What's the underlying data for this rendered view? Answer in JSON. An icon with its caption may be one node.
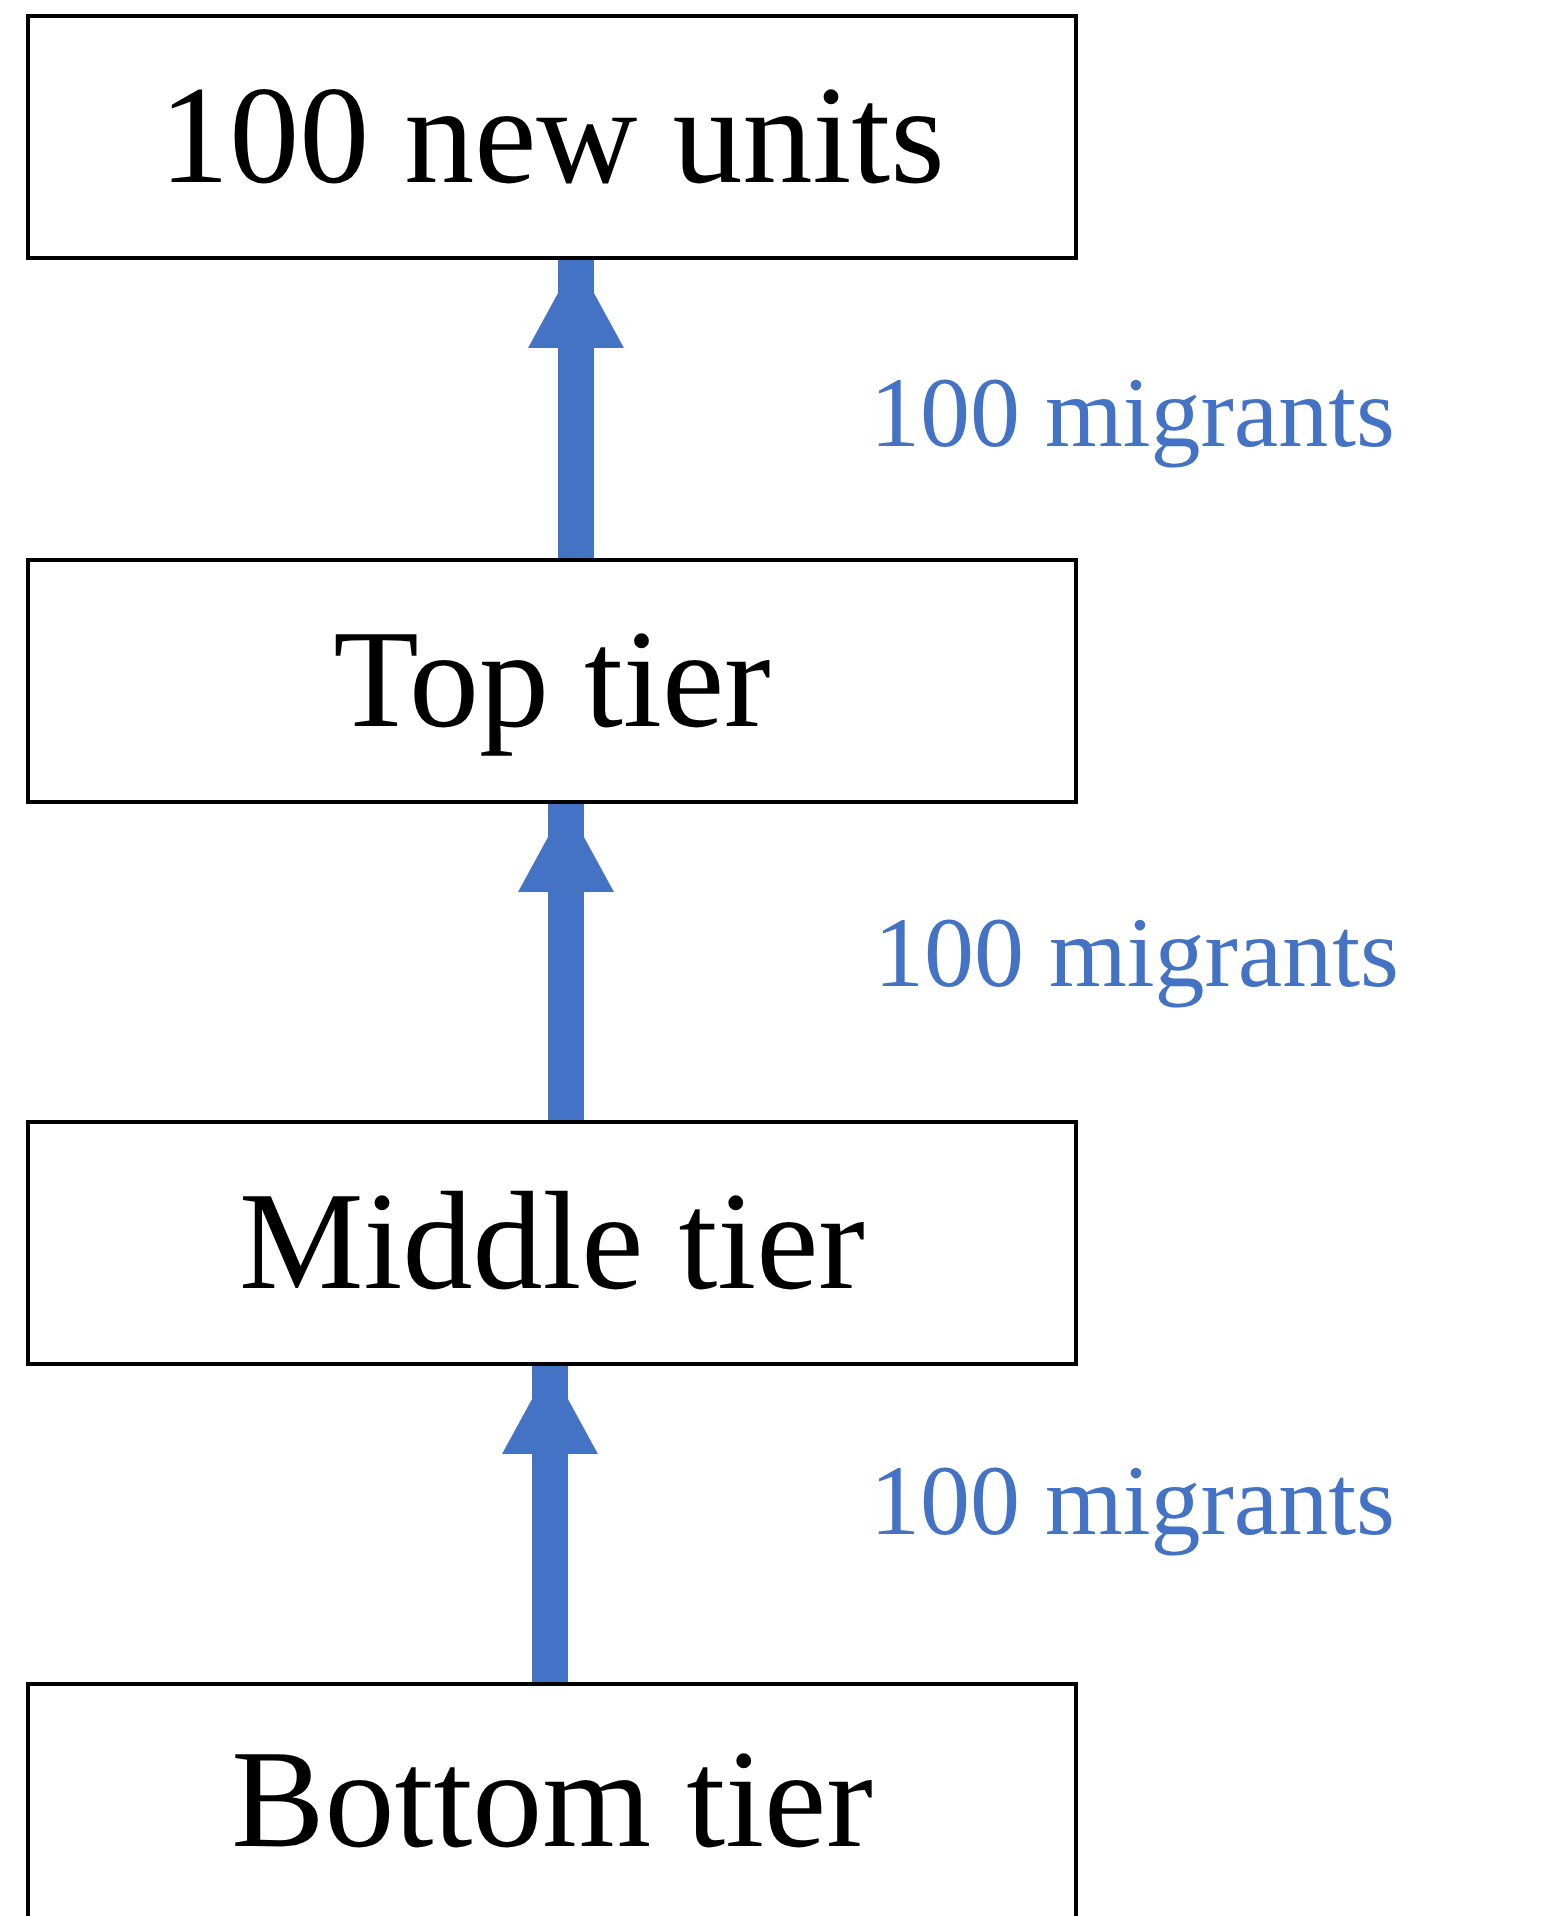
{
  "diagram": {
    "nodes": [
      {
        "text": [
          "100 new units"
        ]
      },
      {
        "text": [
          "Top tier"
        ]
      },
      {
        "text": [
          "Middle tier"
        ]
      },
      {
        "text": [
          "Bottom tier"
        ]
      }
    ],
    "edges": [
      {
        "from": 1,
        "to": 0,
        "arrow": "to",
        "label": "100 migrants"
      },
      {
        "from": 2,
        "to": 1,
        "arrow": "to",
        "label": "100 migrants"
      },
      {
        "from": 3,
        "to": 2,
        "arrow": "to",
        "label": "100 migrants"
      }
    ]
  }
}
